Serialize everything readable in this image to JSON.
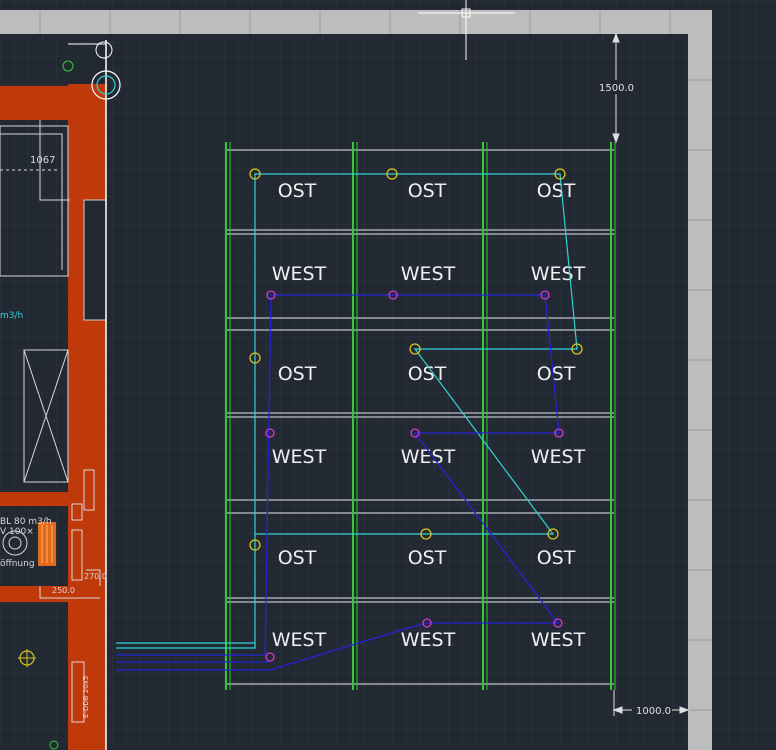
{
  "drawing": {
    "panel_row_labels": [
      "OST",
      "WEST",
      "OST",
      "WEST",
      "OST",
      "WEST"
    ],
    "dimensions": {
      "top_clearance": "1500.0",
      "right_clearance": "1000.0",
      "room_width": "1067",
      "dim_a": "250.0",
      "dim_b": "270.0"
    },
    "side_texts": {
      "air_flow": "m3/h",
      "unit_line1": "BL 80 m3/h",
      "unit_line2": "V 100×",
      "unit_line3": "öffnung",
      "wall_tag": "E-DDB 20x5"
    },
    "colors": {
      "background": "#222933",
      "grid": "#2d3540",
      "wall": "#c0390b",
      "outer_wall": "#bdbdbd",
      "rail": "#35c935",
      "cyan_loop": "#2fd3d3",
      "blue_loop": "#2424d6",
      "yellow_marker": "#d6c41c",
      "magenta_marker": "#d23ad2"
    }
  }
}
